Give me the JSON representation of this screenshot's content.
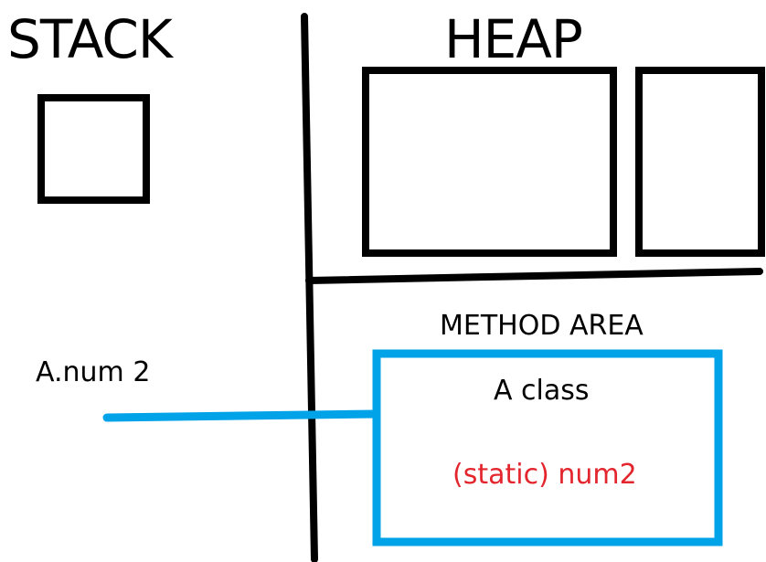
{
  "labels": {
    "stack": "STACK",
    "heap": "HEAP",
    "method_area": "METHOD AREA",
    "reference": "A.num 2",
    "class_name": "A class",
    "static_field": "(static) num2"
  },
  "colors": {
    "ink": "#000000",
    "link": "#00a2e8",
    "static_text": "#e3262e",
    "background": "#ffffff"
  }
}
